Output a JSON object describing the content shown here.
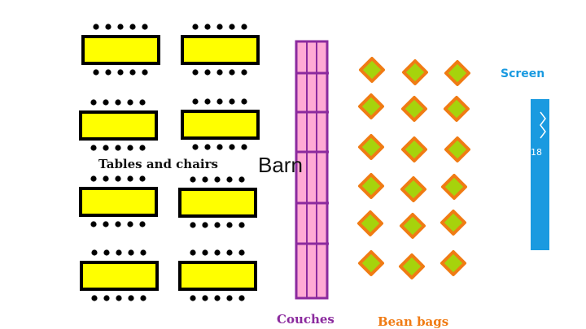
{
  "labels": {
    "tables": "Tables and chairs",
    "bar": "Barn",
    "couches": "Couches",
    "bean_bags": "Bean bags",
    "screen": "Screen",
    "screen_text": "18"
  },
  "colors": {
    "table_fill": "#ffff00",
    "table_stroke": "#000000",
    "chair": "#000000",
    "couch_fill": "#ffaad4",
    "couch_stroke": "#8b2a9e",
    "couches_label": "#8b2a9e",
    "bean_fill": "#a6d30c",
    "bean_stroke": "#f07b14",
    "bean_label": "#f07b14",
    "screen_fill": "#1a9ae0",
    "screen_label": "#1a9ae0"
  },
  "icons": {
    "screen": "screen-zigzag-icon"
  }
}
